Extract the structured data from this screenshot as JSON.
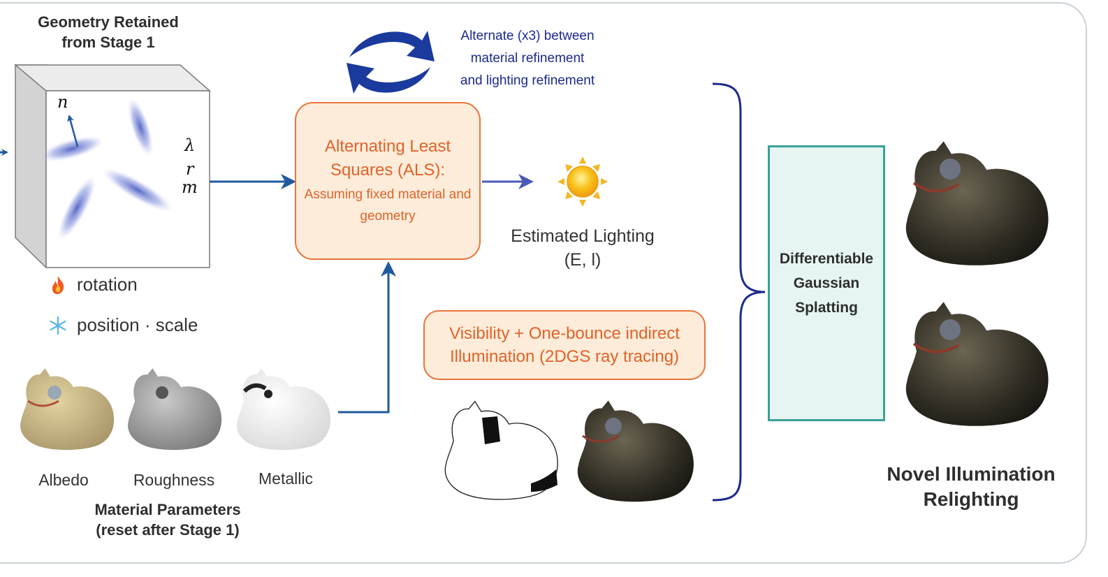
{
  "geometry": {
    "title_line1": "Geometry Retained",
    "title_line2": "from Stage 1",
    "symbols": {
      "normal": "n",
      "lambda": "λ",
      "r": "r",
      "m": "m"
    },
    "trainable": {
      "icon": "fire-icon",
      "label": "rotation"
    },
    "frozen": {
      "icon": "snowflake-icon",
      "label": "position · scale"
    }
  },
  "materials": {
    "items": [
      "Albedo",
      "Roughness",
      "Metallic"
    ],
    "title_line1": "Material Parameters",
    "title_line2": "(reset after Stage 1)"
  },
  "alternate_note": {
    "line1": "Alternate (x3) between",
    "line2": "material refinement",
    "line3": "and lighting refinement"
  },
  "als": {
    "title_line1": "Alternating Least",
    "title_line2": "Squares (ALS):",
    "sub_line1": "Assuming fixed material and",
    "sub_line2": "geometry"
  },
  "lighting": {
    "icon": "sun-icon",
    "line1": "Estimated Lighting",
    "line2": "(E, l)"
  },
  "visibility": {
    "line1": "Visibility + One-bounce indirect",
    "line2": "Illumination (2DGS ray tracing)"
  },
  "splatting": {
    "line1": "Differentiable",
    "line2": "Gaussian",
    "line3": "Splatting"
  },
  "output": {
    "line1": "Novel Illumination",
    "line2": "Relighting"
  },
  "colors": {
    "arrow": "#1f5a9e",
    "orange_border": "#e8743b",
    "orange_fill": "#fdecd9",
    "orange_text": "#e0622a",
    "teal_border": "#3aa198",
    "teal_fill": "#e6f5f2",
    "note_text": "#1c2a8c",
    "brace": "#1c2a8c",
    "gaussian": "#3b4fbf"
  }
}
